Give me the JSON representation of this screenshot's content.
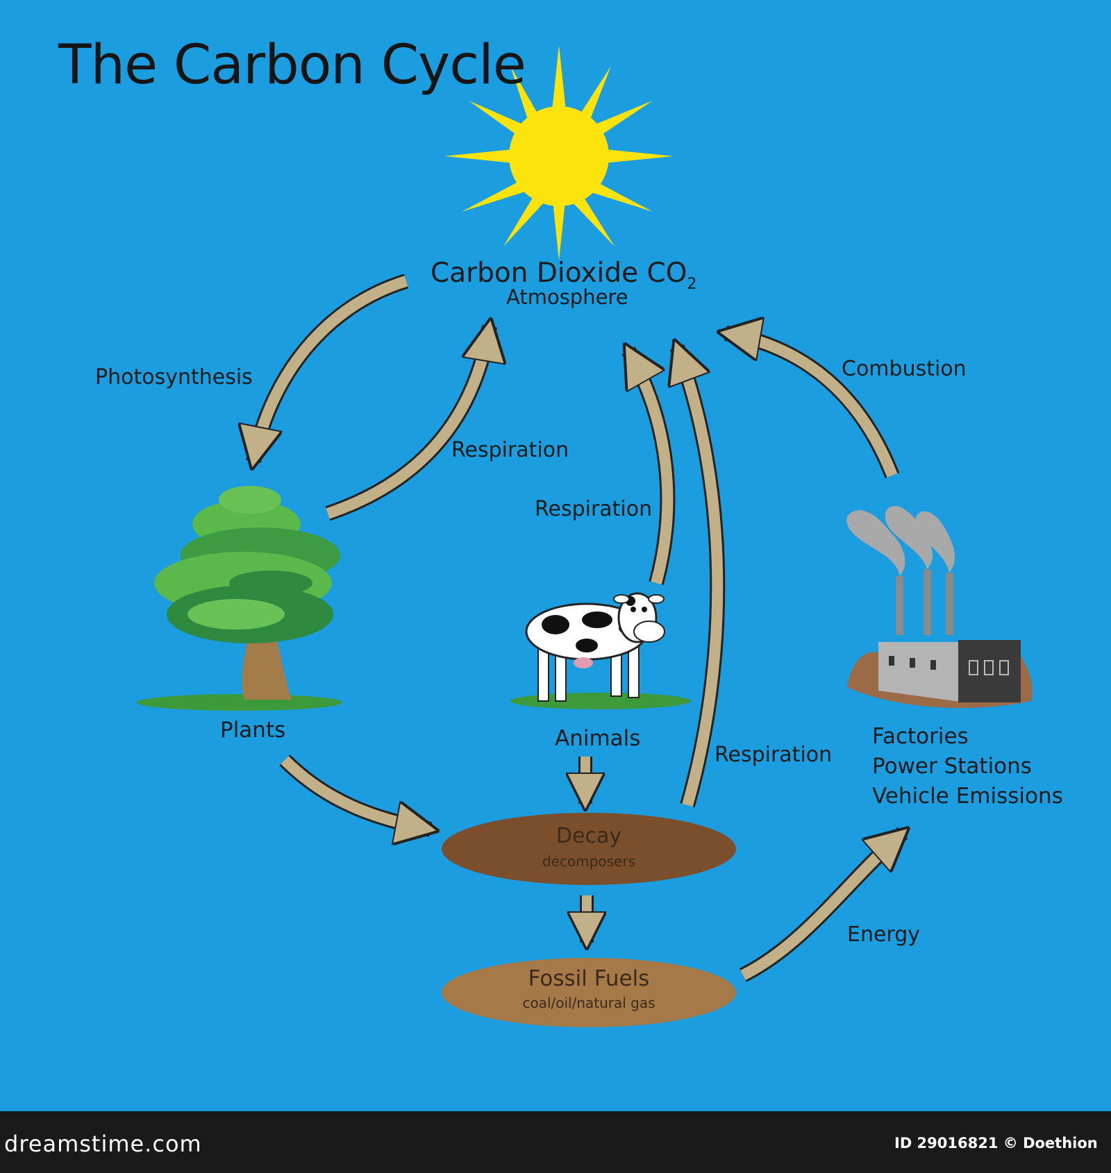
{
  "title": "The Carbon Cycle",
  "atmosphere": {
    "label": "Carbon Dioxide CO",
    "subscript": "2",
    "sublabel": "Atmosphere"
  },
  "processes": {
    "photosynthesis": "Photosynthesis",
    "respiration_plants": "Respiration",
    "respiration_animals": "Respiration",
    "respiration_decay": "Respiration",
    "combustion": "Combustion",
    "energy": "Energy"
  },
  "nodes": {
    "plants": "Plants",
    "animals": "Animals",
    "factories": [
      "Factories",
      "Power Stations",
      "Vehicle Emissions"
    ],
    "decay": {
      "label": "Decay",
      "sublabel": "decomposers"
    },
    "fossil_fuels": {
      "label": "Fossil Fuels",
      "sublabel": "coal/oil/natural gas"
    }
  },
  "footer": {
    "brand": "dreamstime.com",
    "image_id": "ID 29016821 © Doethion"
  },
  "colors": {
    "background": "#1b9ddf",
    "arrow": "#c2b088",
    "sun": "#fde30c",
    "decay": "#7b4f2c",
    "fossil_fuels": "#a57a48",
    "footer": "#1a1a1a"
  }
}
